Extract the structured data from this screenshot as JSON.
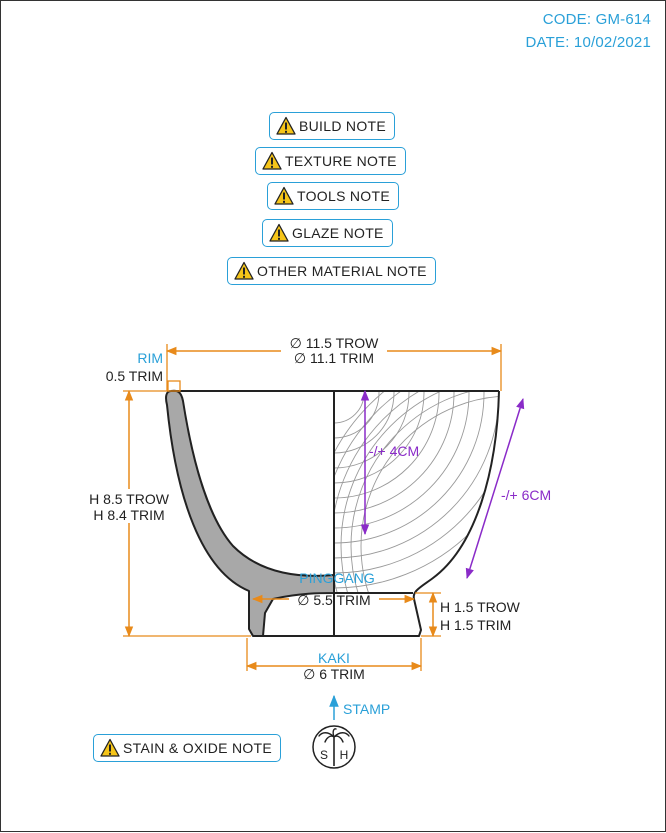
{
  "header": {
    "code": "CODE: GM-614",
    "date": "DATE: 10/02/2021"
  },
  "notes": {
    "build": "BUILD NOTE",
    "texture": "TEXTURE NOTE",
    "tools": "TOOLS NOTE",
    "glaze": "GLAZE NOTE",
    "other_material": "OTHER MATERIAL NOTE",
    "stain_oxide": "STAIN & OXIDE NOTE"
  },
  "dims": {
    "rim_label": "RIM",
    "rim_trim": "0.5 TRIM",
    "width_trow": "∅ 11.5 TROW",
    "width_trim": "∅ 11.1 TRIM",
    "height_trow": "H 8.5 TROW",
    "height_trim": "H 8.4 TRIM",
    "pinggang_label": "PINGGANG",
    "pinggang_trim": "∅ 5.5 TRIM",
    "foot_h_trow": "H 1.5 TROW",
    "foot_h_trim": "H 1.5 TRIM",
    "kaki_label": "KAKI",
    "kaki_trim": "∅ 6 TRIM",
    "texture_inner": "-/+ 4CM",
    "texture_outer": "-/+ 6CM",
    "stamp_label": "STAMP",
    "stamp_left": "S",
    "stamp_right": "H"
  },
  "colors": {
    "accent": "#2aa0d8",
    "dimension": "#e88a1a",
    "texture": "#8a2bc8",
    "wall_fill": "#a8a8a8",
    "outline": "#222222"
  }
}
